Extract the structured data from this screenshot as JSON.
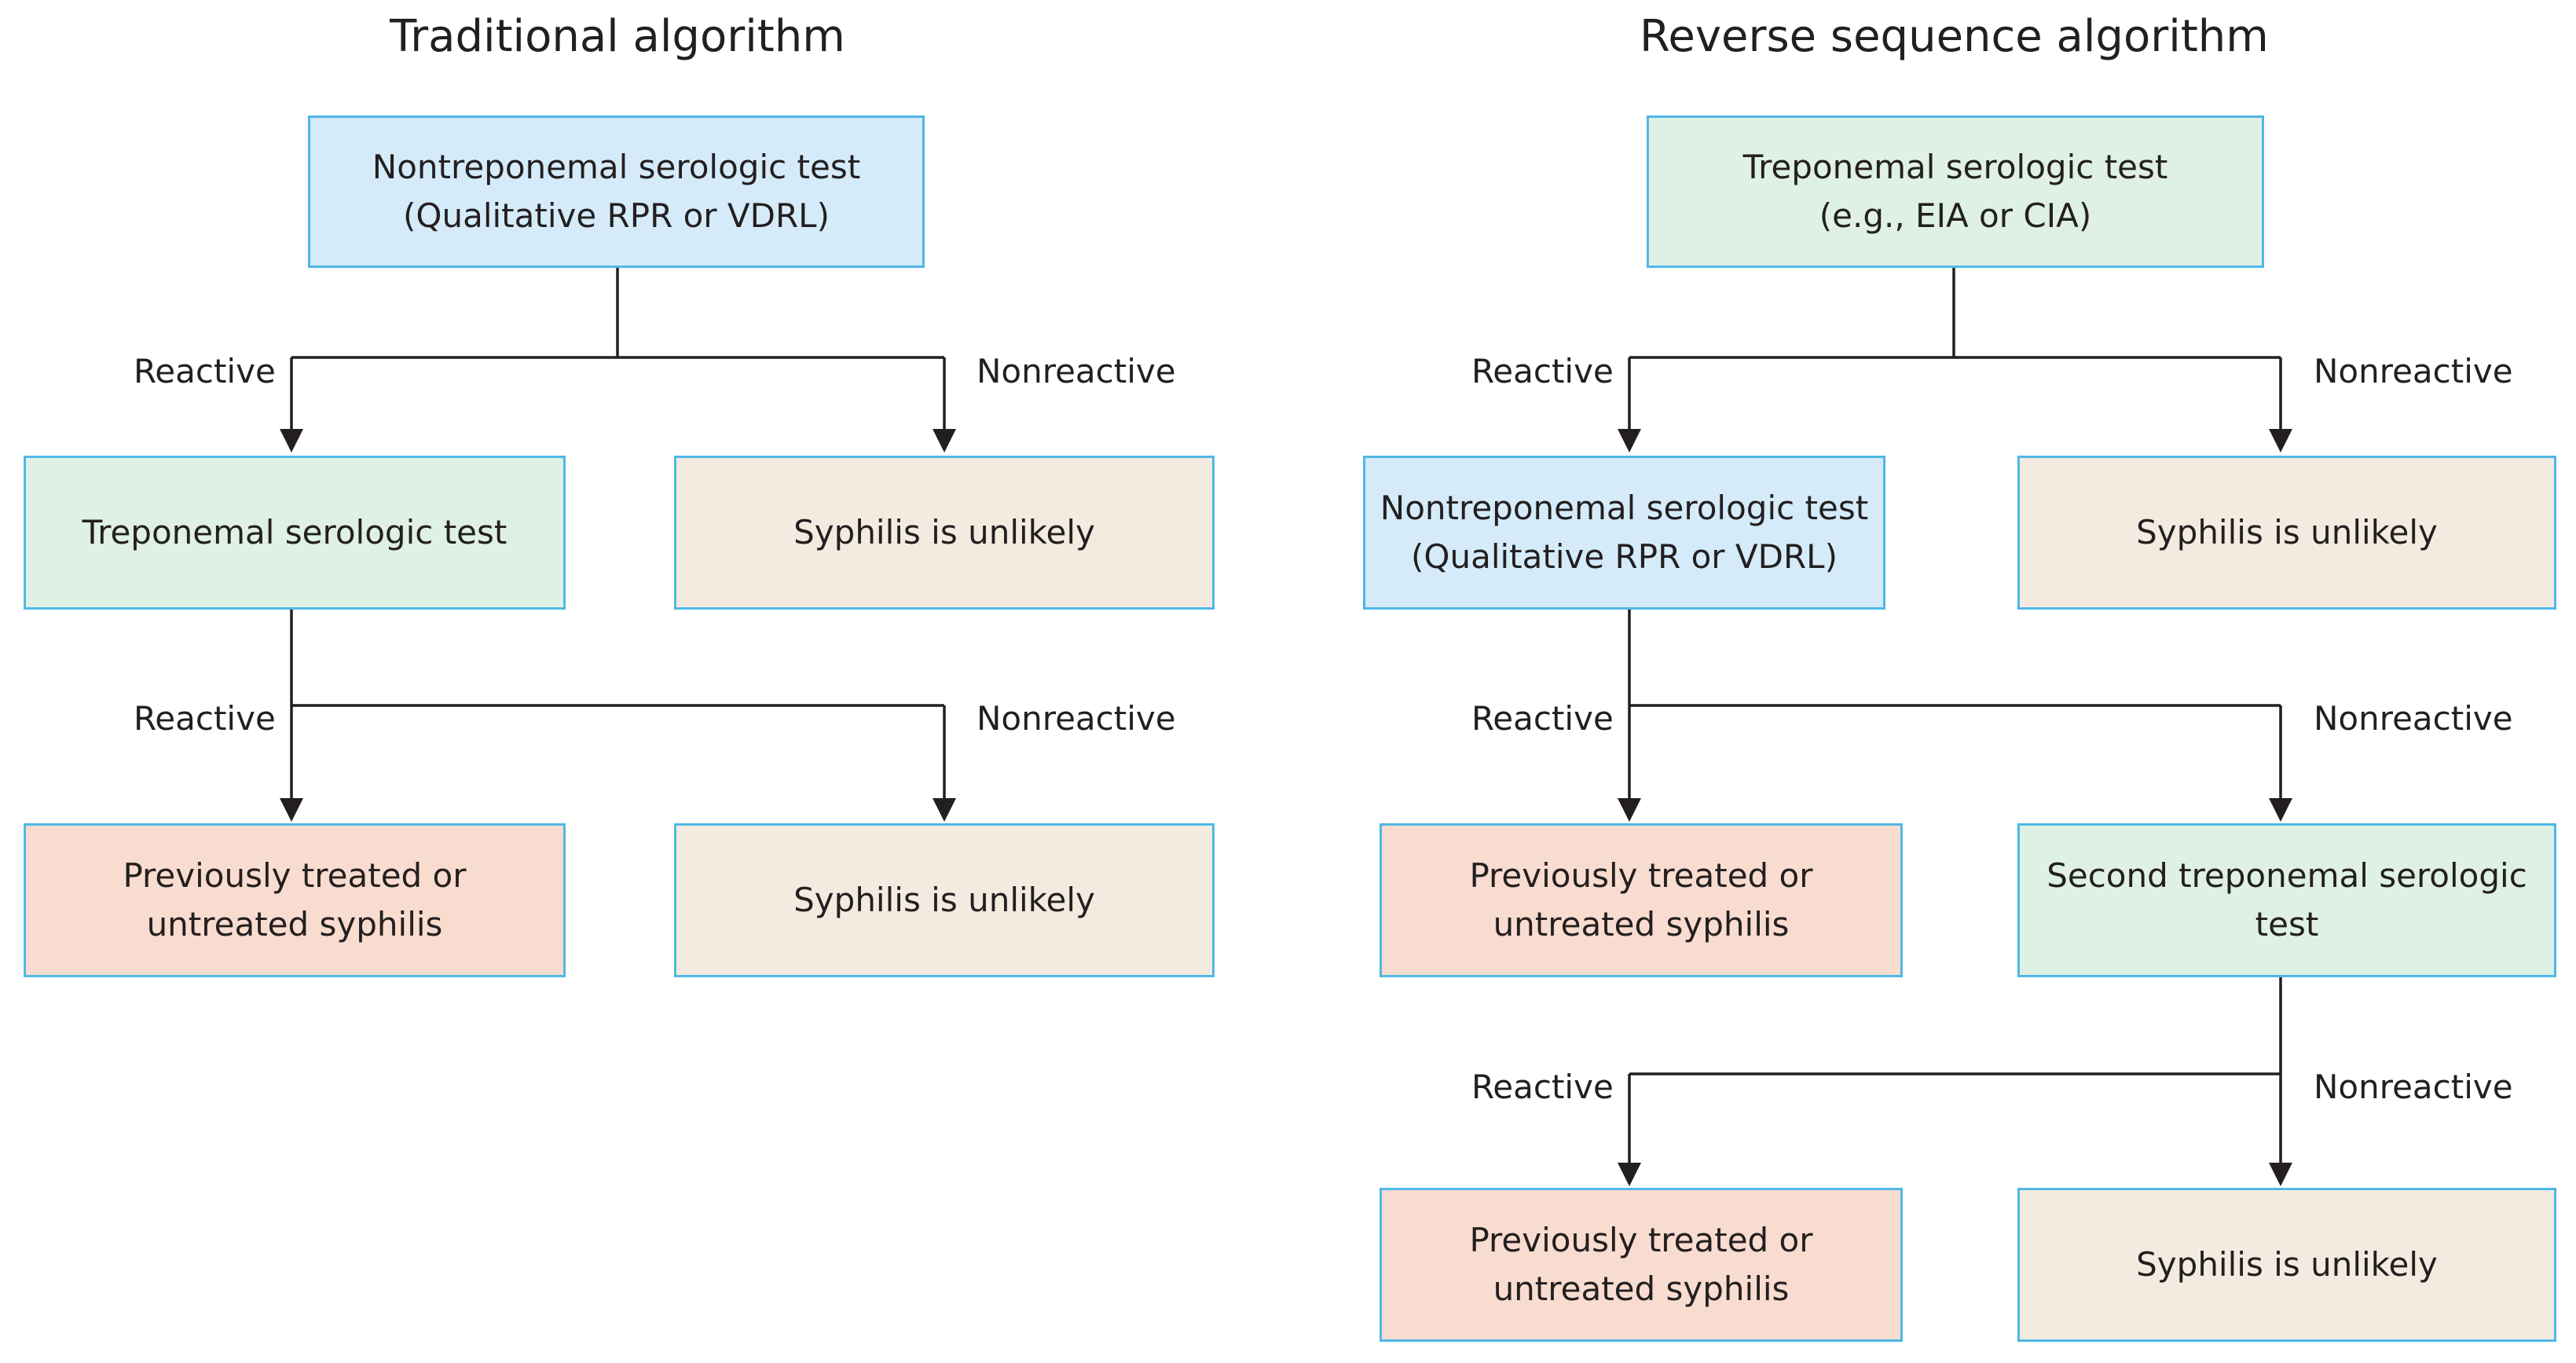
{
  "traditional": {
    "title": "Traditional algorithm",
    "step1": "Nontreponemal serologic test\n(Qualitative RPR or VDRL)",
    "step1_reactive": "Reactive",
    "step1_nonreactive": "Nonreactive",
    "step2": "Treponemal serologic test",
    "step2_unlikely": "Syphilis is unlikely",
    "step2_reactive": "Reactive",
    "step2_nonreactive": "Nonreactive",
    "result_syphilis": "Previously treated or\nuntreated syphilis",
    "result_unlikely": "Syphilis is unlikely"
  },
  "reverse": {
    "title": "Reverse sequence algorithm",
    "step1": "Treponemal serologic test\n(e.g., EIA or CIA)",
    "step1_reactive": "Reactive",
    "step1_nonreactive": "Nonreactive",
    "step2": "Nontreponemal serologic test\n(Qualitative RPR or VDRL)",
    "step2_unlikely": "Syphilis is unlikely",
    "step2_reactive": "Reactive",
    "step2_nonreactive": "Nonreactive",
    "result_syphilis": "Previously treated or\nuntreated syphilis",
    "step3": "Second treponemal serologic test",
    "step3_reactive": "Reactive",
    "step3_nonreactive": "Nonreactive",
    "final_syphilis": "Previously treated or\nuntreated syphilis",
    "final_unlikely": "Syphilis is unlikely"
  },
  "colors": {
    "border": "#4fb8e6",
    "nontreponemal_box": "#d5ebf9",
    "treponemal_box": "#dff0e5",
    "unlikely_box": "#f4ebe0",
    "syphilis_box": "#f8dccf",
    "connector": "#231f20"
  }
}
